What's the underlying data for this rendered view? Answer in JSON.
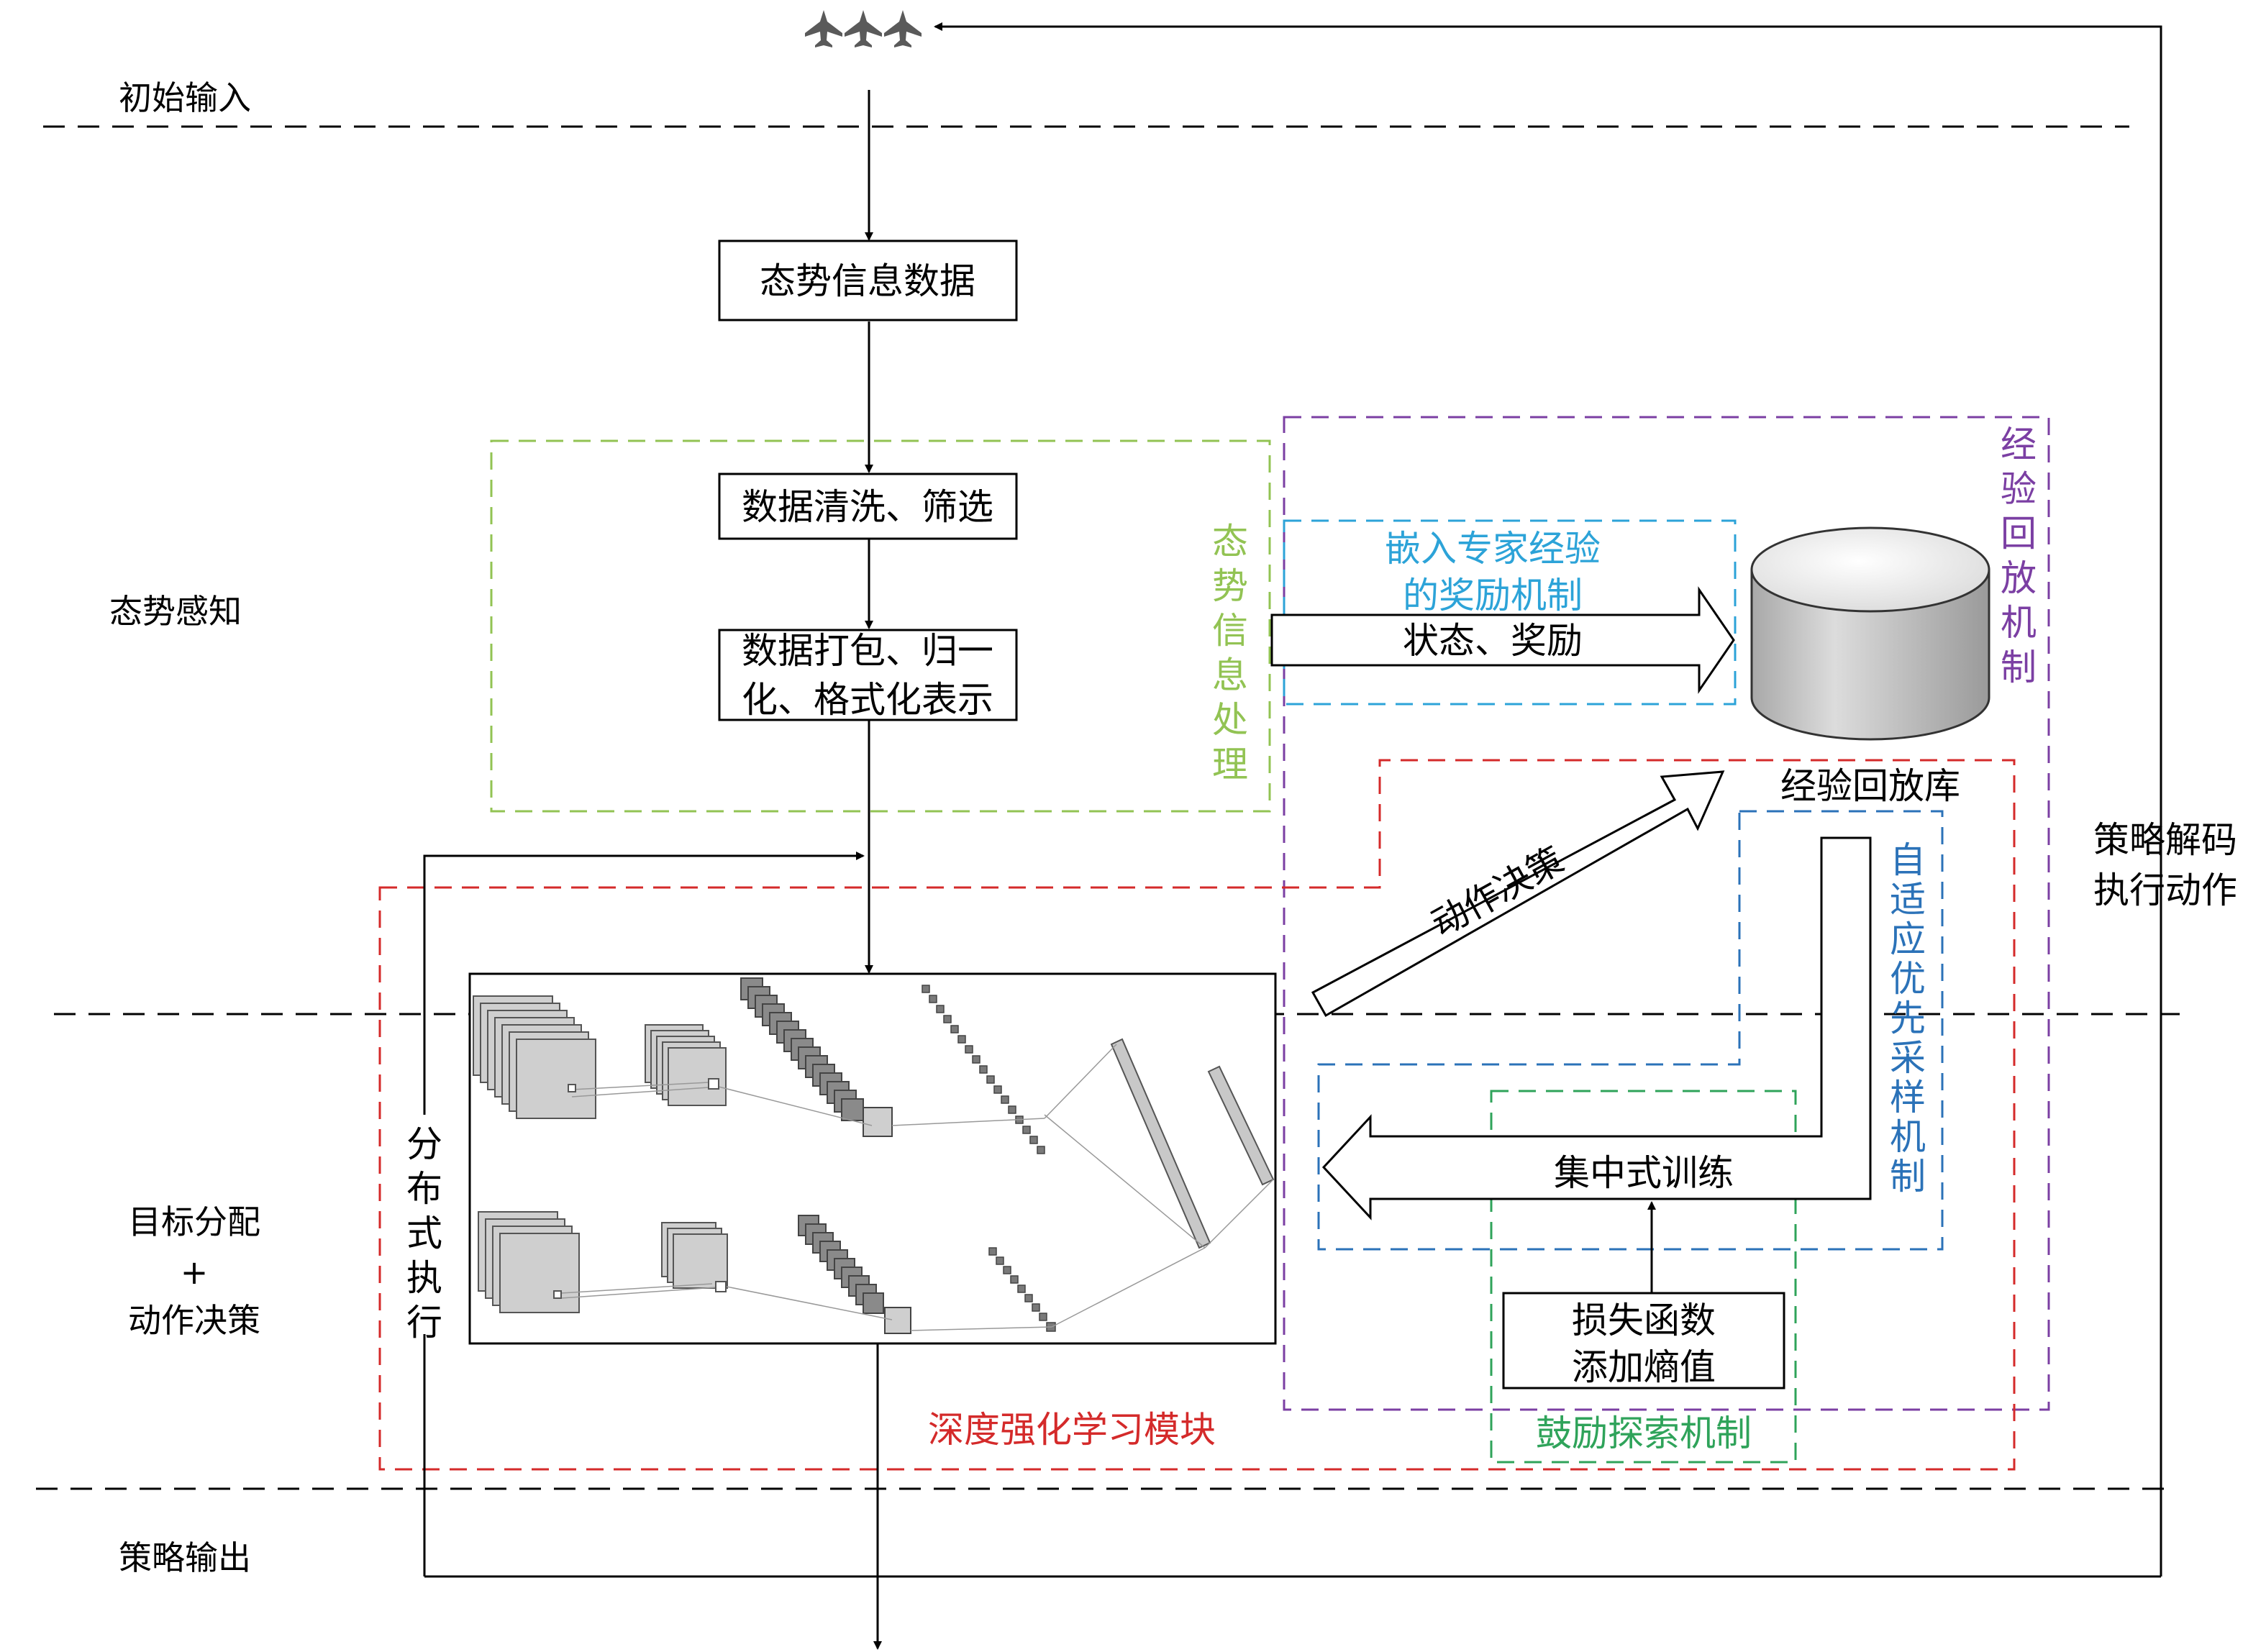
{
  "lanes": {
    "initial_input": "初始输入",
    "situation_awareness": "态势感知",
    "target_assignment_lines": [
      "目标分配",
      "+",
      "动作决策"
    ],
    "policy_output": "策略输出"
  },
  "boxes": {
    "situation_data": "态势信息数据",
    "data_cleaning": "数据清洗、筛选",
    "data_packing_lines": [
      "数据打包、归一",
      "化、格式化表示"
    ],
    "loss_function_lines": [
      "损失函数",
      "添加熵值"
    ]
  },
  "regions": {
    "situation_processing": "态势信息处理",
    "expert_reward_lines": [
      "嵌入专家经验",
      "的奖励机制"
    ],
    "replay_mechanism": "经验回放机制",
    "adaptive_priority_sampling": "自适应优先采样机制",
    "drl_module": "深度强化学习模块",
    "exploration_mechanism": "鼓励探索机制"
  },
  "arrows": {
    "state_reward": "状态、奖励",
    "action_decision": "动作决策",
    "centralized_training": "集中式训练"
  },
  "labels": {
    "replay_buffer": "经验回放库",
    "distributed_execution": "分布式执行",
    "policy_decode_lines": [
      "策略解码",
      "执行动作"
    ]
  },
  "icons": [
    "jet-icon",
    "jet-icon",
    "jet-icon"
  ],
  "colors": {
    "situation_processing": "#92c353",
    "expert_reward": "#2ca3d8",
    "replay_mechanism": "#7b3fa3",
    "drl_module": "#d42a2a",
    "adaptive_sampling": "#2b72b8",
    "exploration": "#2fa35a"
  }
}
